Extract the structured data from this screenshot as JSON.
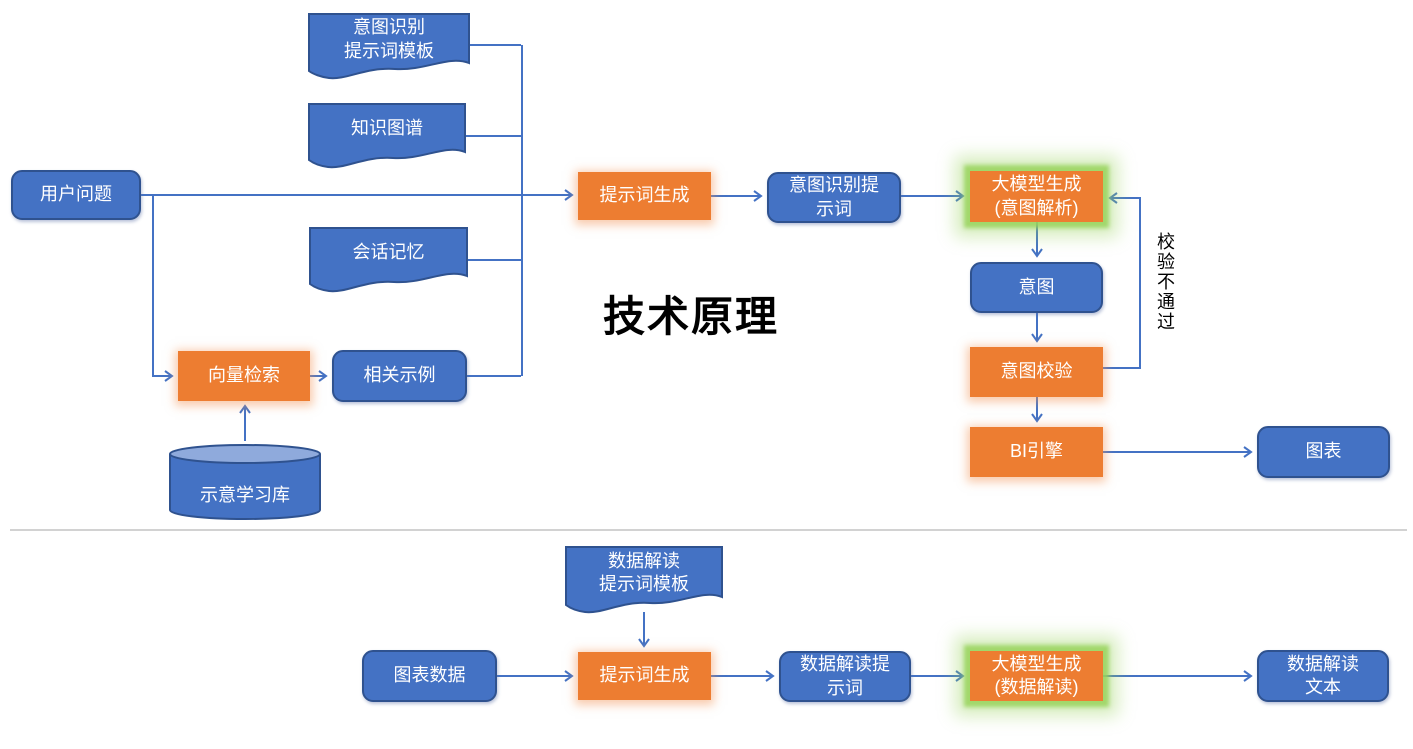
{
  "diagram_title": "技术原理",
  "annotations": {
    "verification_failed": "校验不通过"
  },
  "colors": {
    "node_blue": "#4472C4",
    "node_blue_border": "#2F528F",
    "node_orange": "#ED7D31",
    "green_glow": "#92D050",
    "cylinder_top": "#8FAADC",
    "connector_blue": "#4472C4",
    "divider_gray": "#d2d2d2",
    "title_black": "#000000"
  },
  "nodes": {
    "user_question": {
      "label": "用户问题"
    },
    "intent_prompt_template": {
      "label_line1": "意图识别",
      "label_line2": "提示词模板"
    },
    "knowledge_graph": {
      "label": "知识图谱"
    },
    "session_memory": {
      "label": "会话记忆"
    },
    "prompt_generation_top": {
      "label": "提示词生成"
    },
    "intent_recognition_prompt": {
      "label_line1": "意图识别提",
      "label_line2": "示词"
    },
    "llm_intent_parsing": {
      "label_line1": "大模型生成",
      "label_line2": "(意图解析)"
    },
    "intent": {
      "label": "意图"
    },
    "intent_verification": {
      "label": "意图校验"
    },
    "bi_engine": {
      "label": "BI引擎"
    },
    "chart_output": {
      "label": "图表"
    },
    "vector_search": {
      "label": "向量检索"
    },
    "related_examples": {
      "label": "相关示例"
    },
    "example_learning_db": {
      "label": "示意学习库"
    },
    "data_prompt_template": {
      "label_line1": "数据解读",
      "label_line2": "提示词模板"
    },
    "chart_data": {
      "label": "图表数据"
    },
    "prompt_generation_bottom": {
      "label": "提示词生成"
    },
    "data_interpretation_prompt": {
      "label_line1": "数据解读提",
      "label_line2": "示词"
    },
    "llm_data_interpretation": {
      "label_line1": "大模型生成",
      "label_line2": "(数据解读)"
    },
    "data_interpretation_text": {
      "label_line1": "数据解读",
      "label_line2": "文本"
    }
  }
}
